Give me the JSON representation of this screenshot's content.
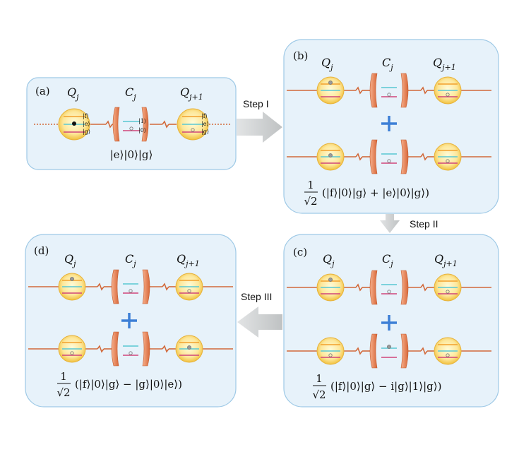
{
  "panels": {
    "a": {
      "tag": "(a)",
      "labels": {
        "qj": "Q",
        "qj_sub": "j",
        "cj": "C",
        "cj_sub": "j",
        "qj1": "Q",
        "qj1_sub": "j+1"
      },
      "qubit_levels": [
        "|f⟩",
        "|e⟩",
        "|g⟩"
      ],
      "cavity_levels": [
        "|1⟩",
        "|0⟩"
      ],
      "state": "|e⟩|0⟩|g⟩"
    },
    "b": {
      "tag": "(b)",
      "labels": {
        "qj": "Q",
        "qj_sub": "j",
        "cj": "C",
        "cj_sub": "j",
        "qj1": "Q",
        "qj1_sub": "j+1"
      },
      "frac_num": "1",
      "frac_den": "√2",
      "state": "(|f⟩|0⟩|g⟩ + |e⟩|0⟩|g⟩)"
    },
    "c": {
      "tag": "(c)",
      "labels": {
        "qj": "Q",
        "qj_sub": "j",
        "cj": "C",
        "cj_sub": "j",
        "qj1": "Q",
        "qj1_sub": "j+1"
      },
      "frac_num": "1",
      "frac_den": "√2",
      "state": "(|f⟩|0⟩|g⟩ − i|g⟩|1⟩|g⟩)"
    },
    "d": {
      "tag": "(d)",
      "labels": {
        "qj": "Q",
        "qj_sub": "j",
        "cj": "C",
        "cj_sub": "j",
        "qj1": "Q",
        "qj1_sub": "j+1"
      },
      "frac_num": "1",
      "frac_den": "√2",
      "state": "(|f⟩|0⟩|g⟩ − |g⟩|0⟩|e⟩)"
    }
  },
  "steps": {
    "one": "Step  I",
    "two": "Step  II",
    "three": "Step  III"
  },
  "colors": {
    "panel_fill": "#e7f2fa",
    "panel_stroke": "#9ec9e6",
    "plus": "#3d7fd6",
    "wire": "#d2693a",
    "arrow": "#c9cccd",
    "level_f": "#f2a02c",
    "level_e": "#58c7d2",
    "level_g": "#d0457a"
  }
}
